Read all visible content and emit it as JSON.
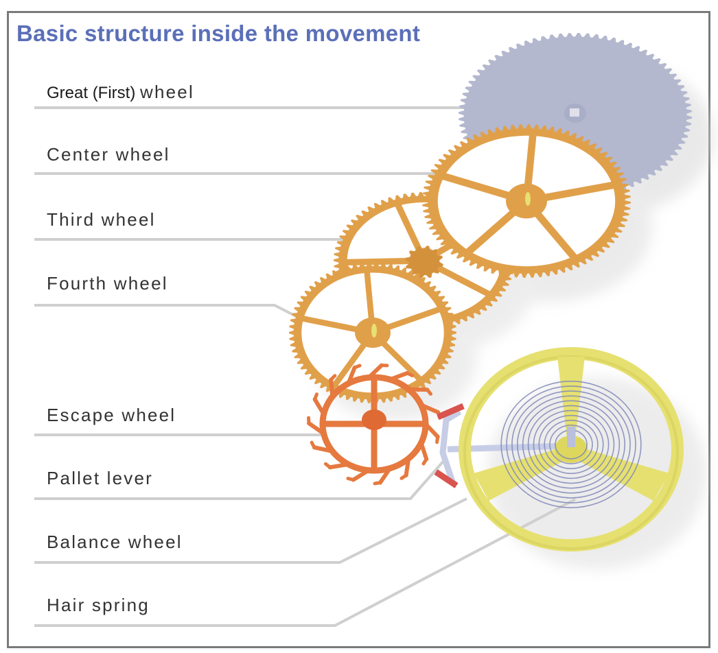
{
  "title": "Basic structure inside the movement",
  "labels": {
    "great_wheel_prefix": "Great (First)",
    "great_wheel_suffix": "wheel",
    "center_wheel": "Center wheel",
    "third_wheel": "Third wheel",
    "fourth_wheel": "Fourth wheel",
    "escape_wheel": "Escape wheel",
    "pallet_lever": "Pallet lever",
    "balance_wheel": "Balance wheel",
    "hair_spring": "Hair spring"
  },
  "colors": {
    "title": "#5b6fb8",
    "great_wheel": "#b3b8cf",
    "train_wheels": "#e0a04a",
    "escape_wheel": "#e5793f",
    "pallet_jewels": "#d9534f",
    "pallet_body": "#c7cde6",
    "balance_wheel": "#e6e070",
    "hair_spring": "#7f88b8",
    "leader_lines": "#cfcfcf",
    "frame": "#7a7a7a"
  }
}
